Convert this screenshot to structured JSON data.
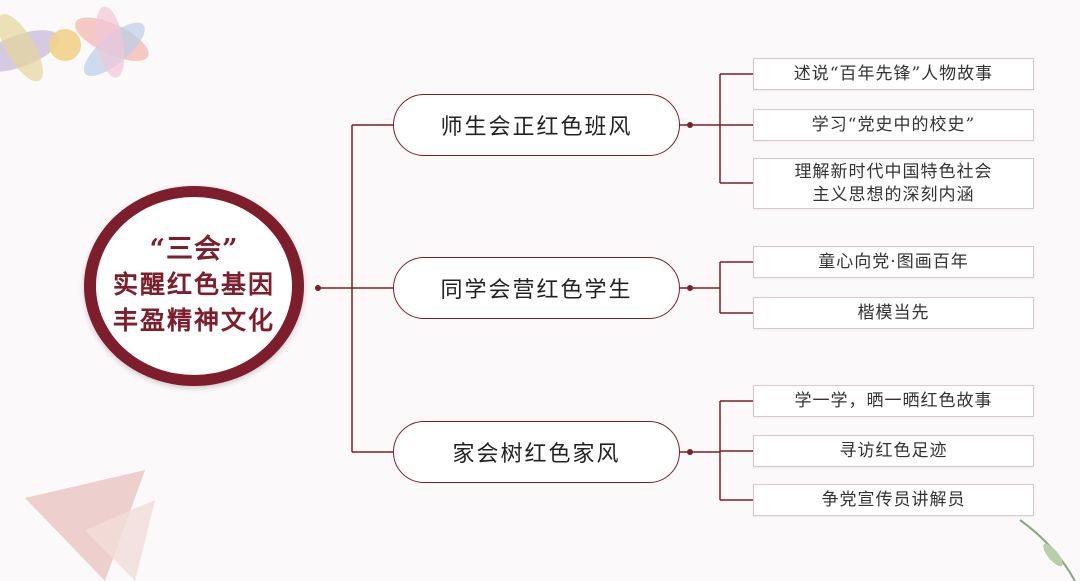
{
  "center": {
    "line1": "“三会”",
    "line2": "实醒红色基因",
    "line3": "丰盈精神文化"
  },
  "branches": [
    {
      "label": "师生会正红色班风",
      "items": [
        "述说“百年先锋”人物故事",
        "学习“党史中的校史”",
        "理解新时代中国特色社会\n主义思想的深刻内涵"
      ]
    },
    {
      "label": "同学会营红色学生",
      "items": [
        "童心向党·图画百年",
        "楷模当先"
      ]
    },
    {
      "label": "家会树红色家风",
      "items": [
        "学一学，晒一晒红色故事",
        "寻访红色足迹",
        "争党宣传员讲解员"
      ]
    }
  ],
  "colors": {
    "accent": "#7e1d2c",
    "background": "#fbf9f9",
    "box_border": "#d7c9cb"
  }
}
